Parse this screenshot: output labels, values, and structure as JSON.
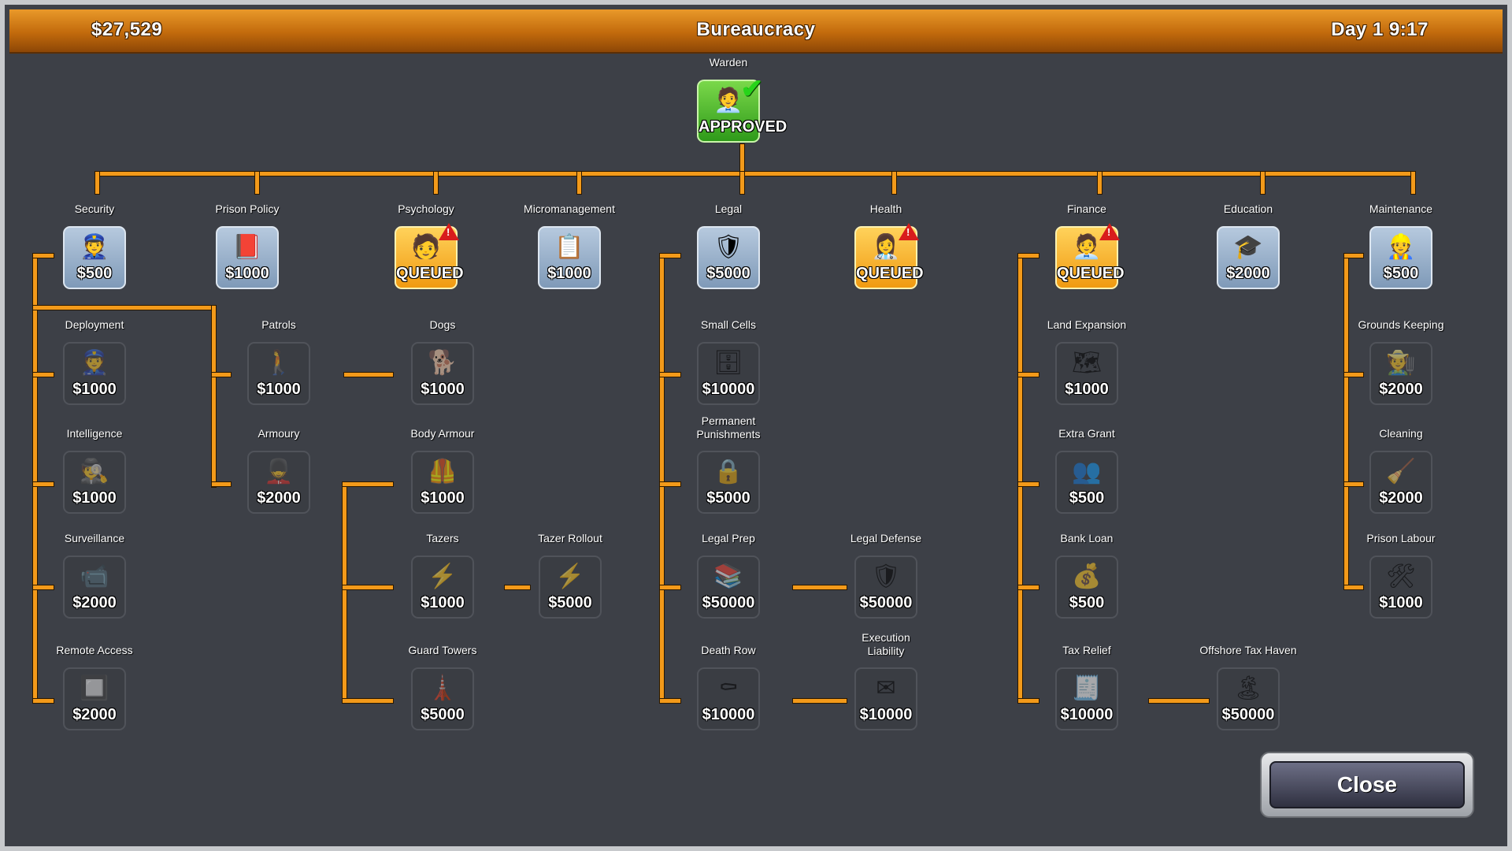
{
  "header": {
    "money": "$27,529",
    "title": "Bureaucracy",
    "day": "Day 1 9:17"
  },
  "colors": {
    "accent": "#f39a1a",
    "queued": "#f5b52a",
    "approved": "#3fb82a",
    "locked": "#3a3d43"
  },
  "warden": {
    "label": "Warden",
    "status": "APPROVED",
    "icon": "warden-icon"
  },
  "departments": [
    {
      "label": "Security",
      "cost": "$500",
      "icon": "guard-icon",
      "state": "available"
    },
    {
      "label": "Prison Policy",
      "cost": "$1000",
      "icon": "red-book-icon",
      "state": "available"
    },
    {
      "label": "Psychology",
      "cost": "QUEUED",
      "icon": "psychologist-icon",
      "state": "queued"
    },
    {
      "label": "Micromanagement",
      "cost": "$1000",
      "icon": "clipboard-icon",
      "state": "available"
    },
    {
      "label": "Legal",
      "cost": "$5000",
      "icon": "shield-icon",
      "state": "available"
    },
    {
      "label": "Health",
      "cost": "QUEUED",
      "icon": "doctor-icon",
      "state": "queued"
    },
    {
      "label": "Finance",
      "cost": "QUEUED",
      "icon": "accountant-icon",
      "state": "queued"
    },
    {
      "label": "Education",
      "cost": "$2000",
      "icon": "graduation-cap-icon",
      "state": "available"
    },
    {
      "label": "Maintenance",
      "cost": "$500",
      "icon": "janitor-icon",
      "state": "available"
    }
  ],
  "research": [
    {
      "label": "Deployment",
      "cost": "$1000",
      "icon": "guards-group-icon"
    },
    {
      "label": "Intelligence",
      "cost": "$1000",
      "icon": "informant-icon"
    },
    {
      "label": "Surveillance",
      "cost": "$2000",
      "icon": "cctv-camera-icon"
    },
    {
      "label": "Remote Access",
      "cost": "$2000",
      "icon": "door-panel-icon"
    },
    {
      "label": "Patrols",
      "cost": "$1000",
      "icon": "patrol-icon"
    },
    {
      "label": "Armoury",
      "cost": "$2000",
      "icon": "armed-guard-icon"
    },
    {
      "label": "Dogs",
      "cost": "$1000",
      "icon": "dog-icon"
    },
    {
      "label": "Body Armour",
      "cost": "$1000",
      "icon": "body-armour-icon"
    },
    {
      "label": "Tazers",
      "cost": "$1000",
      "icon": "tazer-icon"
    },
    {
      "label": "Guard Towers",
      "cost": "$5000",
      "icon": "guard-tower-icon"
    },
    {
      "label": "Tazer Rollout",
      "cost": "$5000",
      "icon": "tazer-rollout-icon"
    },
    {
      "label": "Small Cells",
      "cost": "$10000",
      "icon": "small-cell-icon"
    },
    {
      "label": "Permanent Punishments",
      "cost": "$5000",
      "icon": "padlock-icon"
    },
    {
      "label": "Legal Prep",
      "cost": "$50000",
      "icon": "documents-icon"
    },
    {
      "label": "Death Row",
      "cost": "$10000",
      "icon": "death-row-icon"
    },
    {
      "label": "Legal Defense",
      "cost": "$50000",
      "icon": "legal-shield-icon"
    },
    {
      "label": "Execution Liability",
      "cost": "$10000",
      "icon": "letter-icon"
    },
    {
      "label": "Land Expansion",
      "cost": "$1000",
      "icon": "map-icon"
    },
    {
      "label": "Extra Grant",
      "cost": "$500",
      "icon": "officials-icon"
    },
    {
      "label": "Bank Loan",
      "cost": "$500",
      "icon": "money-bags-icon"
    },
    {
      "label": "Tax Relief",
      "cost": "$10000",
      "icon": "tax-form-icon"
    },
    {
      "label": "Offshore Tax Haven",
      "cost": "$50000",
      "icon": "island-icon"
    },
    {
      "label": "Grounds Keeping",
      "cost": "$2000",
      "icon": "gardener-icon"
    },
    {
      "label": "Cleaning",
      "cost": "$2000",
      "icon": "cleaner-icon"
    },
    {
      "label": "Prison Labour",
      "cost": "$1000",
      "icon": "labour-icon"
    }
  ],
  "close_label": "Close"
}
